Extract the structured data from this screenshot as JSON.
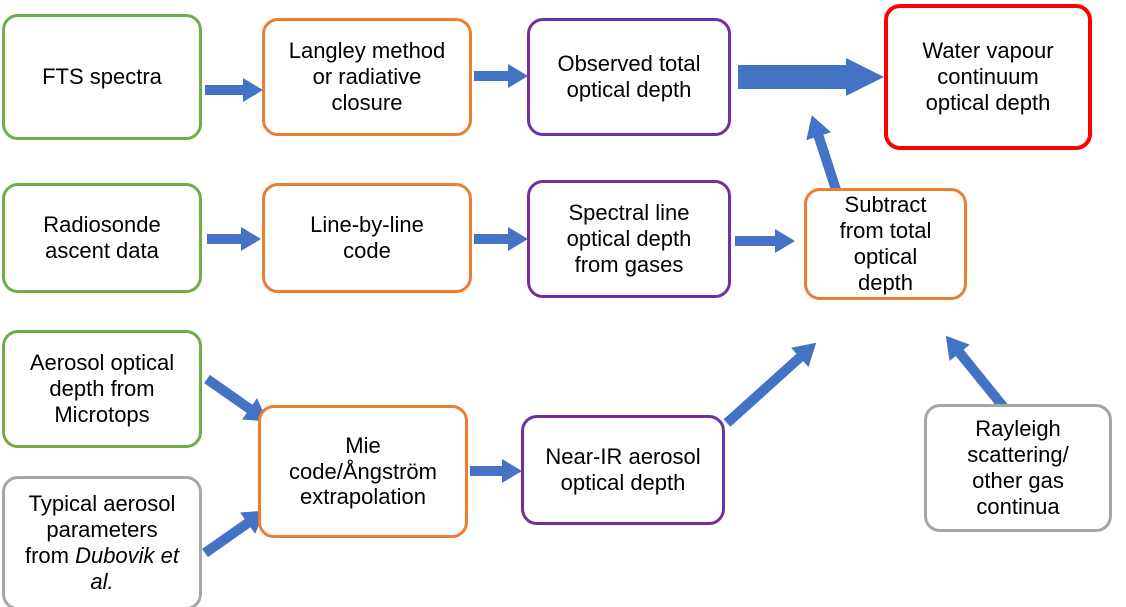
{
  "diagram": {
    "title": "Water vapour continuum optical depth retrieval flowchart",
    "colors": {
      "green": "#70AD47",
      "orange": "#ED7D31",
      "purple": "#7030A0",
      "red": "#FF0000",
      "grey": "#A6A6A6",
      "arrow_blue": "#4472C4",
      "text": "#000000",
      "background": "#FFFFFF"
    },
    "nodes": [
      {
        "id": "fts-spectra",
        "label": "FTS spectra",
        "color": "green"
      },
      {
        "id": "langley-method",
        "label": "Langley method\nor radiative\nclosure",
        "color": "orange"
      },
      {
        "id": "observed-total-optical-depth",
        "label": "Observed total\noptical depth",
        "color": "purple"
      },
      {
        "id": "water-vapour-continuum",
        "label": "Water vapour\ncontinuum\noptical depth",
        "color": "red"
      },
      {
        "id": "radiosonde-ascent-data",
        "label": "Radiosonde\nascent data",
        "color": "green"
      },
      {
        "id": "line-by-line-code",
        "label": "Line-by-line\ncode",
        "color": "orange"
      },
      {
        "id": "spectral-line-optical-depth",
        "label": "Spectral line\noptical depth\nfrom gases",
        "color": "purple"
      },
      {
        "id": "subtract-from-total",
        "label": "Subtract\nfrom total\noptical\ndepth",
        "color": "orange"
      },
      {
        "id": "aerosol-optical-depth-microtops",
        "label": "Aerosol optical\ndepth from\nMicrotops",
        "color": "green"
      },
      {
        "id": "typical-aerosol-parameters",
        "label": "Typical aerosol\nparameters\nfrom Dubovik et\nal.",
        "color": "grey",
        "italic_part": "Dubovik et al."
      },
      {
        "id": "mie-code-angstrom",
        "label": "Mie\ncode/Ångström\nextrapolation",
        "color": "orange"
      },
      {
        "id": "near-ir-aerosol-optical-depth",
        "label": "Near-IR aerosol\noptical depth",
        "color": "purple"
      },
      {
        "id": "rayleigh-scattering",
        "label": "Rayleigh\nscattering/\nother gas\ncontinua",
        "color": "grey"
      }
    ],
    "edges": [
      {
        "from": "fts-spectra",
        "to": "langley-method"
      },
      {
        "from": "langley-method",
        "to": "observed-total-optical-depth"
      },
      {
        "from": "observed-total-optical-depth",
        "to": "water-vapour-continuum"
      },
      {
        "from": "radiosonde-ascent-data",
        "to": "line-by-line-code"
      },
      {
        "from": "line-by-line-code",
        "to": "spectral-line-optical-depth"
      },
      {
        "from": "spectral-line-optical-depth",
        "to": "subtract-from-total"
      },
      {
        "from": "subtract-from-total",
        "to": "water-vapour-continuum"
      },
      {
        "from": "aerosol-optical-depth-microtops",
        "to": "mie-code-angstrom"
      },
      {
        "from": "typical-aerosol-parameters",
        "to": "mie-code-angstrom"
      },
      {
        "from": "mie-code-angstrom",
        "to": "near-ir-aerosol-optical-depth"
      },
      {
        "from": "near-ir-aerosol-optical-depth",
        "to": "subtract-from-total"
      },
      {
        "from": "rayleigh-scattering",
        "to": "subtract-from-total"
      }
    ]
  }
}
